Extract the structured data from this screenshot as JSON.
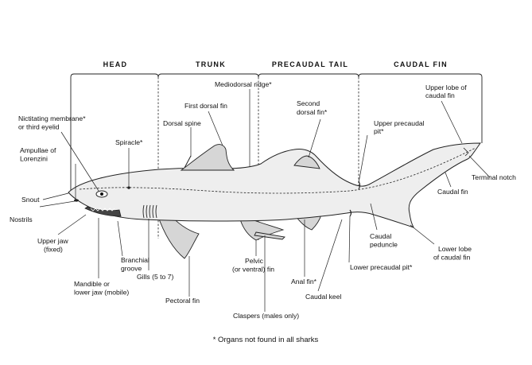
{
  "sections": {
    "head": "HEAD",
    "trunk": "TRUNK",
    "precaudal_tail": "PRECAUDAL TAIL",
    "caudal_fin": "CAUDAL FIN"
  },
  "labels": {
    "mediodorsal_ridge": "Mediodorsal ridge*",
    "first_dorsal_fin": "First dorsal fin",
    "second_dorsal_fin_1": "Second",
    "second_dorsal_fin_2": "dorsal fin*",
    "nictitating_1": "Nictitating membrane*",
    "nictitating_2": "or third eyelid",
    "dorsal_spine": "Dorsal spine",
    "upper_precaudal_pit_1": "Upper precaudal",
    "upper_precaudal_pit_2": "pit*",
    "upper_lobe_1": "Upper lobe of",
    "upper_lobe_2": "caudal fin",
    "spiracle": "Spiracle*",
    "ampullae_1": "Ampullae of",
    "ampullae_2": "Lorenzini",
    "terminal_notch": "Terminal notch",
    "snout": "Snout",
    "caudal_fin": "Caudal fin",
    "nostrils": "Nostrils",
    "caudal_peduncle_1": "Caudal",
    "caudal_peduncle_2": "peduncle",
    "upper_jaw_1": "Upper jaw",
    "upper_jaw_2": "(fixed)",
    "lower_lobe_1": "Lower lobe",
    "lower_lobe_2": "of caudal fin",
    "branchial_groove_1": "Branchial",
    "branchial_groove_2": "groove",
    "gills": "Gills (5 to 7)",
    "pelvic_fin_1": "Pelvic",
    "pelvic_fin_2": "(or ventral) fin",
    "anal_fin": "Anal fin*",
    "lower_precaudal_pit": "Lower precaudal pit*",
    "mandible_1": "Mandible or",
    "mandible_2": "lower jaw (mobile)",
    "pectoral_fin": "Pectoral fin",
    "claspers": "Claspers (males only)",
    "caudal_keel": "Caudal keel"
  },
  "footnote": "* Organs not found in all sharks"
}
